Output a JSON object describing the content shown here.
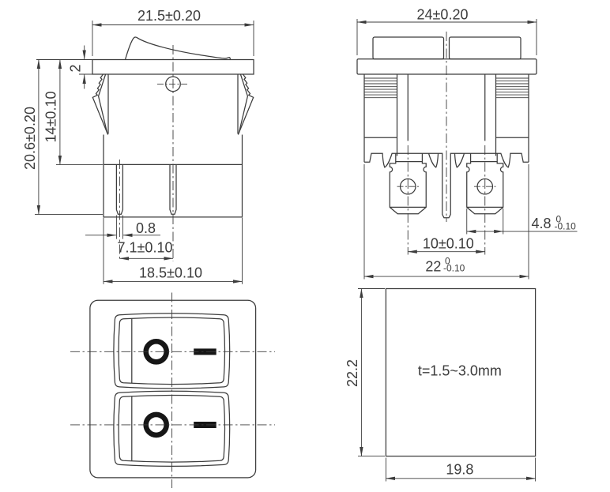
{
  "colors": {
    "line": "#3c3c3c",
    "symbol": "#161616",
    "background": "#ffffff"
  },
  "side_view": {
    "dim_top_width": "21.5±0.20",
    "dim_flange_thickness": "2",
    "dim_body_height": "14±0.10",
    "dim_total_height": "20.6±0.20",
    "dim_pin_thickness": "0.8",
    "dim_pin_pitch": "7.1±0.10",
    "dim_body_width": "18.5±0.10"
  },
  "front_view": {
    "dim_top_width": "24±0.20",
    "dim_terminal_pitch": "10±0.10",
    "dim_terminal_width": "4.8",
    "dim_terminal_width_tol_upper": "0",
    "dim_terminal_width_tol_lower": "-0.10",
    "dim_body_width": "22",
    "dim_body_width_tol_upper": "0",
    "dim_body_width_tol_lower": "-0.10"
  },
  "cutout_view": {
    "dim_height": "22.2",
    "dim_width": "19.8",
    "panel_thickness": "t=1.5~3.0mm"
  }
}
